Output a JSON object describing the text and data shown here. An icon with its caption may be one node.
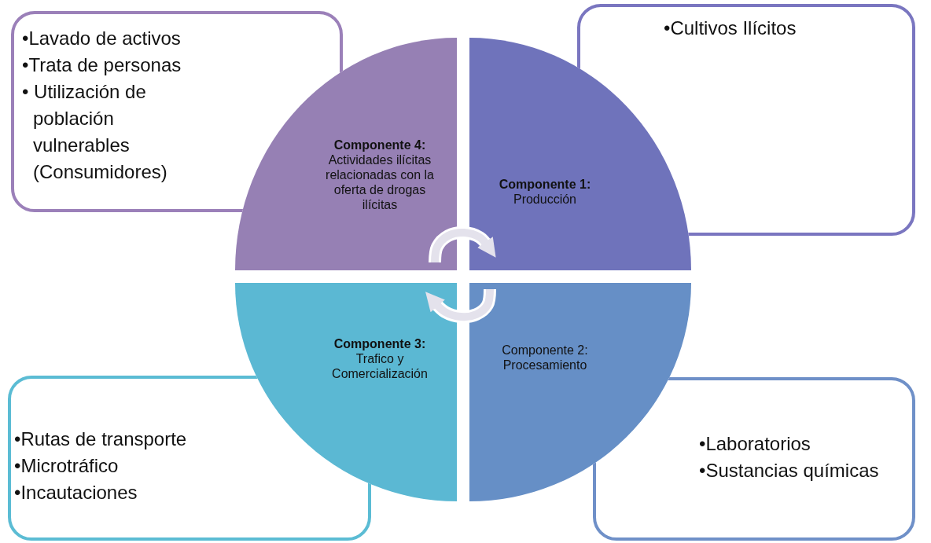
{
  "diagram": {
    "nodes": [
      {
        "text": [
          "•Lavado de activos",
          "•Trata de personas",
          "• Utilización de población vulnerables (Consumidores)"
        ]
      },
      {
        "text": [
          "•Cultivos Ilícitos"
        ]
      },
      {
        "text": [
          "Componente 4:",
          "Actividades ilícitas relacionadas con la oferta de drogas ilícitas"
        ]
      },
      {
        "text": [
          "Componente 1:",
          "Producción"
        ]
      },
      {
        "text": [
          "Componente 3:",
          "Trafico y Comercialización"
        ]
      },
      {
        "text": [
          "Componente 2: Procesamiento"
        ]
      },
      {
        "text": [
          "•Rutas de transporte",
          "•Microtráfico",
          "•Incautaciones"
        ]
      },
      {
        "text": [
          "•Laboratorios",
          "•Sustancias químicas"
        ]
      }
    ],
    "edges": [
      {
        "from": 2,
        "to": 3,
        "arrow": "to"
      },
      {
        "from": 5,
        "to": 4,
        "arrow": "to"
      }
    ]
  }
}
